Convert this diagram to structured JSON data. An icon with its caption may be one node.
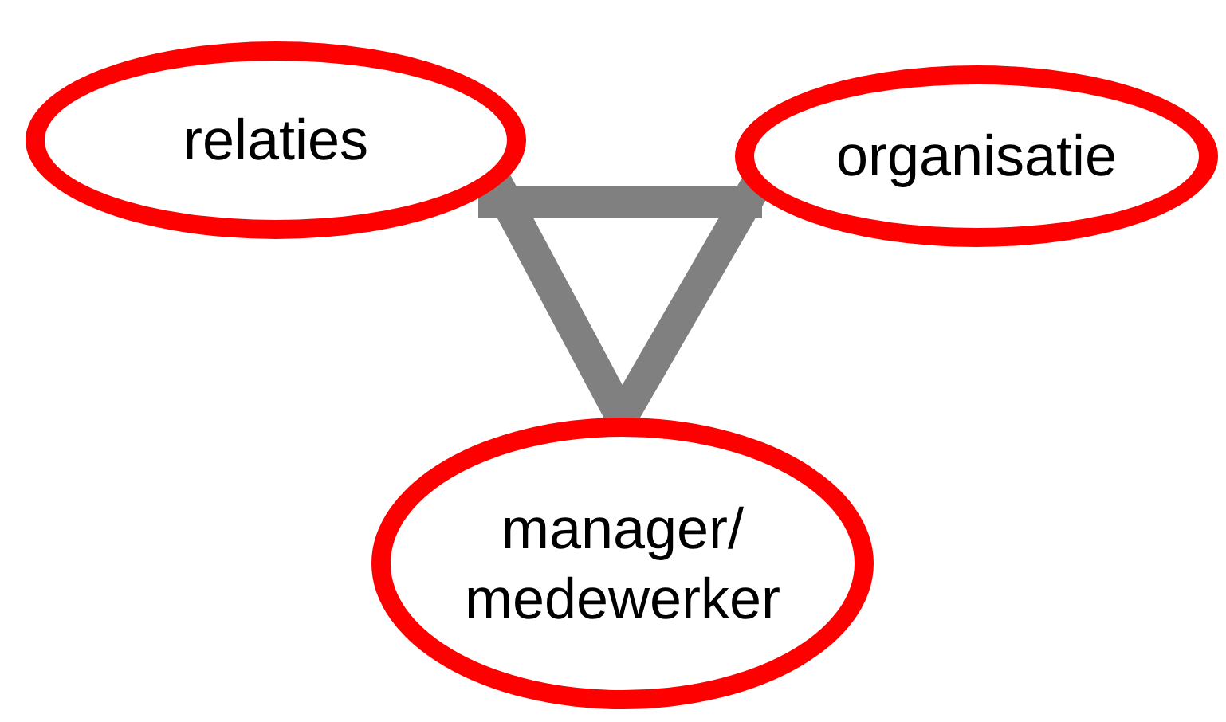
{
  "diagram": {
    "nodes": [
      {
        "text": [
          "relaties"
        ]
      },
      {
        "text": [
          "organisatie"
        ]
      },
      {
        "text": [
          "manager/ medewerker"
        ]
      }
    ],
    "edges": [
      {
        "from": 0,
        "to": 1,
        "arrow": "none"
      },
      {
        "from": 0,
        "to": 2,
        "arrow": "none"
      },
      {
        "from": 1,
        "to": 2,
        "arrow": "none"
      }
    ]
  }
}
